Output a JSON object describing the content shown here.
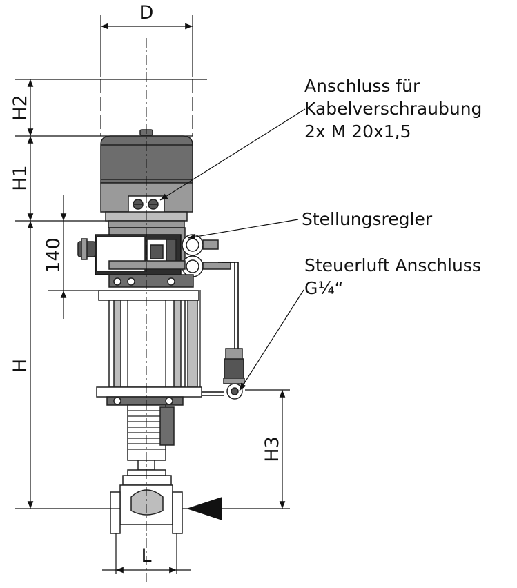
{
  "dimensions": {
    "D": "D",
    "H2": "H2",
    "H1": "H1",
    "d140": "140",
    "H": "H",
    "H3": "H3",
    "L": "L"
  },
  "callouts": {
    "cable_gland": [
      "Anschluss für",
      "Kabelverschraubung",
      "2x M 20x1,5"
    ],
    "positioner": "Stellungsregler",
    "control_air": [
      "Steuerluft Anschluss",
      "G¼“"
    ]
  }
}
